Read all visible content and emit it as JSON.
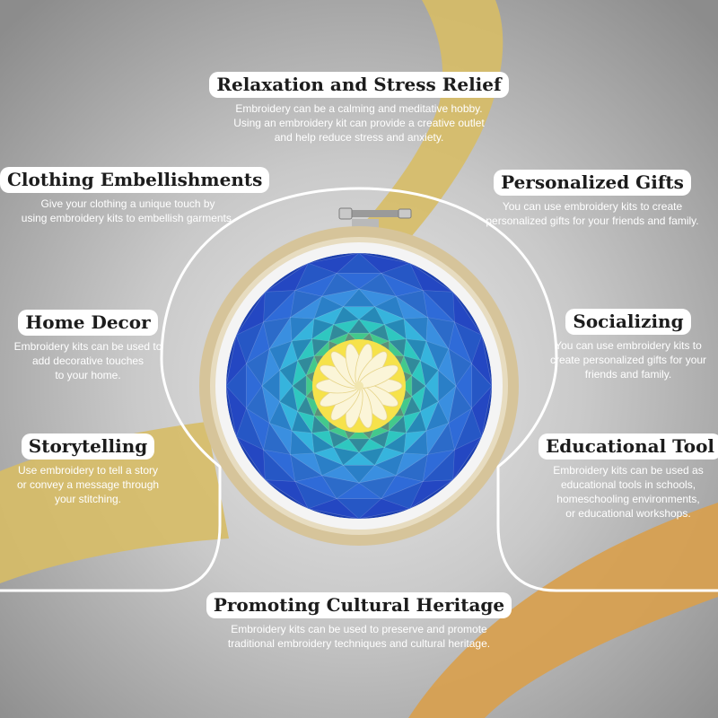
{
  "colors": {
    "background_light": "#e8e8e8",
    "background_dark": "#8c8c8c",
    "gold_band": "#d7bd66",
    "orange_band": "#d8a04e",
    "outline": "#ffffff",
    "title_text": "#1c1c1c",
    "body_text": "#ffffff"
  },
  "sections": {
    "relaxation": {
      "title": "Relaxation and Stress Relief",
      "lines": [
        "Embroidery can be a calming and meditative hobby.",
        "Using an embroidery kit can provide a creative outlet",
        "and help reduce stress and anxiety."
      ]
    },
    "clothing": {
      "title": "Clothing Embellishments",
      "lines": [
        "Give your clothing a unique touch by",
        "using embroidery kits to embellish garments."
      ]
    },
    "gifts": {
      "title": "Personalized Gifts",
      "lines": [
        "You can use embroidery kits to create",
        "personalized gifts for your friends and family."
      ]
    },
    "home": {
      "title": "Home Decor",
      "lines": [
        "Embroidery kits can be used to",
        "add decorative touches",
        "to your home."
      ]
    },
    "social": {
      "title": "Socializing",
      "lines": [
        "You can use embroidery kits to",
        "create personalized gifts for your",
        "friends and family."
      ]
    },
    "story": {
      "title": "Storytelling",
      "lines": [
        "Use embroidery to tell a story",
        "or convey a message through",
        "your stitching."
      ]
    },
    "education": {
      "title": "Educational Tool",
      "lines": [
        "Embroidery kits can be used as",
        "educational tools in schools,",
        "homeschooling environments,",
        "or educational workshops."
      ]
    },
    "heritage": {
      "title": "Promoting Cultural Heritage",
      "lines": [
        "Embroidery kits can be used to preserve and promote",
        "traditional embroidery techniques and cultural heritage."
      ]
    }
  }
}
